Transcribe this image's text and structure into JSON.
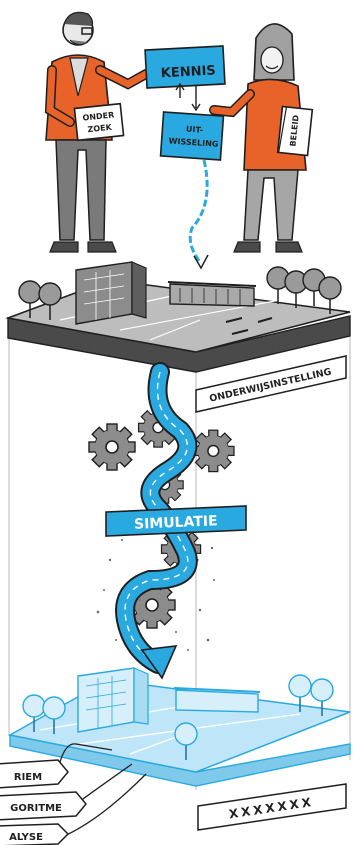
{
  "colors": {
    "accent_blue": "#29a9e0",
    "light_blue": "#bfe6f8",
    "orange": "#e8632a",
    "dark_gray": "#4a4a4a",
    "mid_gray": "#8c8c8c",
    "light_gray": "#d9d9d9",
    "outline": "#1f1f1f"
  },
  "labels": {
    "kennis": "KENNIS",
    "uitwisseling_line1": "UIT-",
    "uitwisseling_line2": "WISSELING",
    "onderzoek_line1": "ONDER",
    "onderzoek_line2": "ZOEK",
    "beleid": "BELEID",
    "onderwijsinstelling": "ONDERWIJSINSTELLING",
    "simulatie": "SIMULATIE",
    "placeholder": "XXXXXXX",
    "tag_1": "RIEM",
    "tag_2": "GORITME",
    "tag_3": "ALYSE"
  },
  "icons": [
    "gear-icon",
    "gear-icon",
    "gear-icon",
    "gear-icon",
    "gear-icon",
    "gear-icon",
    "tree-icon",
    "building-icon"
  ]
}
